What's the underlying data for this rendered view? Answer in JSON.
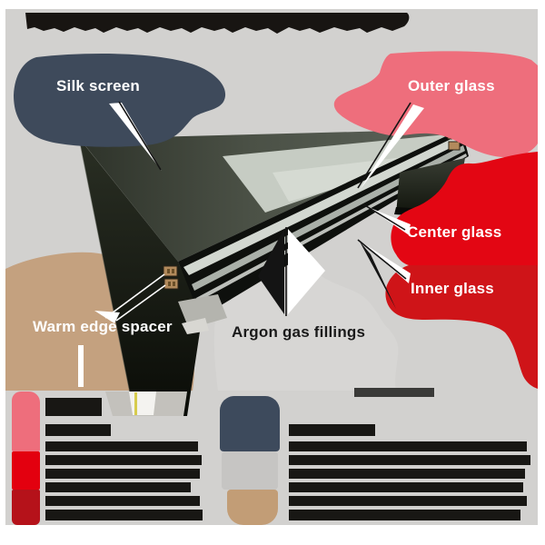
{
  "banner": {
    "legible": false,
    "color": "#181512"
  },
  "background": {
    "page": "#ffffff",
    "content": "#d2d1cf"
  },
  "callouts": {
    "silk_screen": {
      "label": "Silk screen",
      "color": "#3e4a5b",
      "text_color": "#ffffff"
    },
    "outer_glass": {
      "label": "Outer glass",
      "color": "#ee6e7c",
      "text_color": "#ffffff"
    },
    "center_glass": {
      "label": "Center glass",
      "color": "#e30613",
      "text_color": "#ffffff"
    },
    "inner_glass": {
      "label": "Inner glass",
      "color": "#cf1418",
      "text_color": "#ffffff"
    },
    "warm_edge_spacer": {
      "label": "Warm edge spacer",
      "color": "#c4a17f",
      "text_color": "#ffffff"
    },
    "argon_gas_fillings": {
      "label": "Argon gas fillings",
      "color": "#d7d6d4",
      "text_color": "#1a1a1a"
    }
  },
  "legend": {
    "left_swatches": [
      {
        "name": "outer-glass",
        "color": "#ee6e7c"
      },
      {
        "name": "center-glass",
        "color": "#e3000f"
      },
      {
        "name": "inner-glass",
        "color": "#b5121a"
      }
    ],
    "right_swatches": [
      {
        "name": "silk-screen",
        "color": "#3d4a5c"
      },
      {
        "name": "argon-gas-fillings",
        "color": "#c6c5c3"
      },
      {
        "name": "warm-edge-spacer",
        "color": "#c29d76"
      }
    ],
    "text_legible": false
  }
}
